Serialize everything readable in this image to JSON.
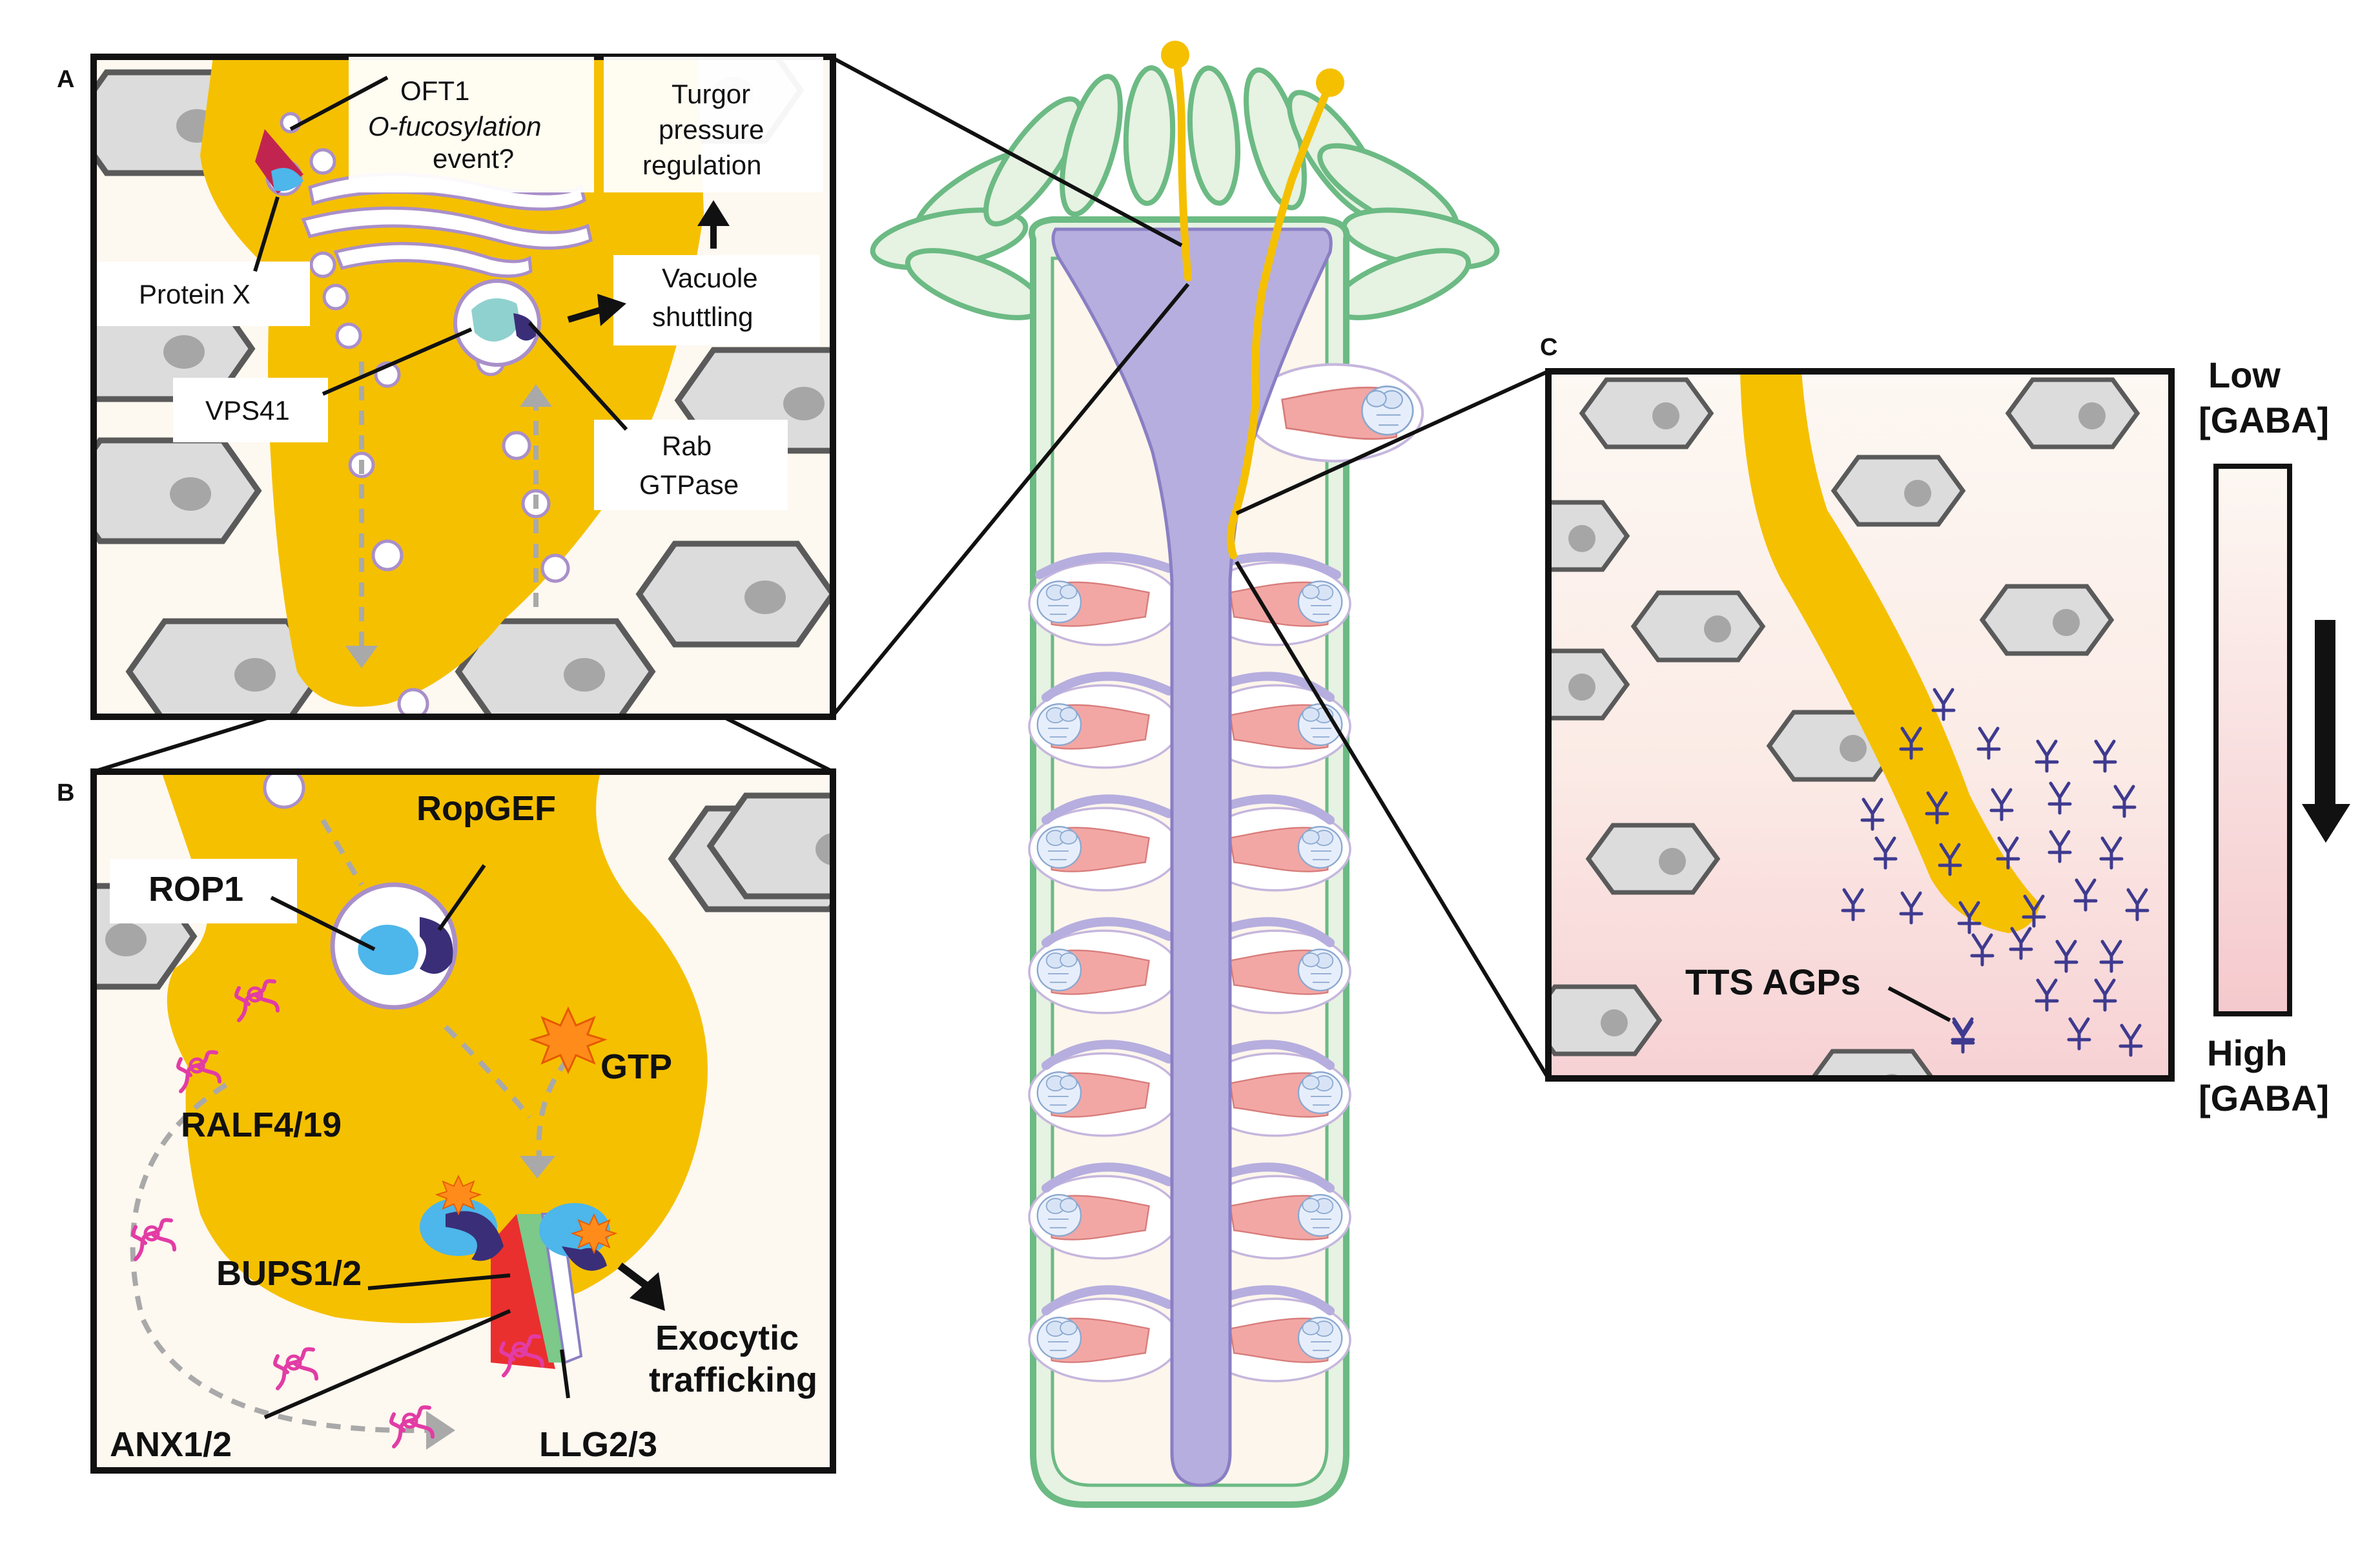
{
  "panels": {
    "a": {
      "letter": "A",
      "labels": {
        "oft1": "OFT1",
        "o_fuco_1": "O-fucosylation",
        "o_fuco_2": "event?",
        "turgor_1": "Turgor",
        "turgor_2": "pressure",
        "turgor_3": "regulation",
        "vacuole_1": "Vacuole",
        "vacuole_2": "shuttling",
        "protein_x": "Protein X",
        "vps41": "VPS41",
        "rab_1": "Rab",
        "rab_2": "GTPase"
      }
    },
    "b": {
      "letter": "B",
      "labels": {
        "ropgef": "RopGEF",
        "rop1": "ROP1",
        "gtp": "GTP",
        "ralf": "RALF4/19",
        "bups": "BUPS1/2",
        "exo_1": "Exocytic",
        "exo_2": "trafficking",
        "anx": "ANX1/2",
        "llg": "LLG2/3"
      }
    },
    "c": {
      "letter": "C",
      "labels": {
        "tts": "TTS AGPs"
      }
    }
  },
  "gradient_scale": {
    "low_1": "Low",
    "low_2": "[GABA]",
    "high_1": "High",
    "high_2": "[GABA]"
  },
  "colors": {
    "pollen_tube": "#f5c000",
    "transmitting_tract": "#b6aede",
    "ovary_wall": "#6cba84",
    "ovary_fill": "#fdf6ec",
    "stigma_papillae": "#e6f2e2",
    "cell_fill": "#dcdcdc",
    "cell_stroke": "#5a5a5a",
    "ovule_pink": "#f2a7a5",
    "gaba_high": "#f7d1d4",
    "agp_color": "#3e3a8f",
    "ralf_color": "#e23ca5",
    "gtp_color": "#ff8c1a",
    "rop_color": "#4db6ea",
    "ropgef_color": "#3a2e78"
  }
}
